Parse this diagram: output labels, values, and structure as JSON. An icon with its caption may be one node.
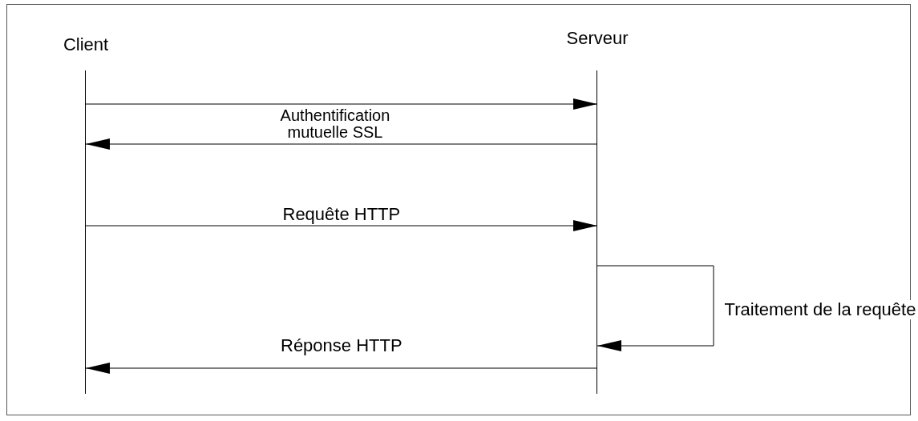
{
  "diagram": {
    "nodes": [
      {
        "text": [
          "Client"
        ]
      },
      {
        "text": [
          "Serveur"
        ]
      }
    ],
    "edges": [
      {
        "from": 0,
        "to": 1,
        "arrow": "to"
      },
      {
        "from": 1,
        "to": 0,
        "arrow": "to"
      },
      {
        "from": 0,
        "to": 1,
        "arrow": "to",
        "label": "Requête HTTP"
      },
      {
        "from": 1,
        "to": 1,
        "arrow": "to",
        "label": "Traitement de la requête"
      },
      {
        "from": 1,
        "to": 0,
        "arrow": "to",
        "label": "Réponse HTTP"
      }
    ],
    "labels": [
      "Authentification mutuelle SSL"
    ]
  }
}
